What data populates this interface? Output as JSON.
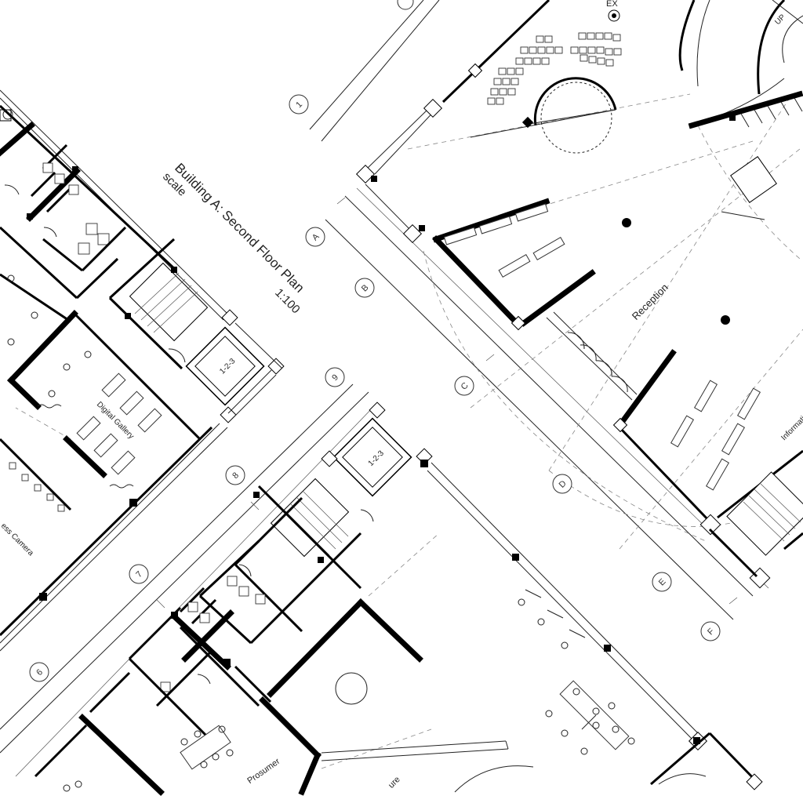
{
  "title": "Building A:  Second Floor Plan",
  "scale_word": "scale",
  "scale_value": "1:100",
  "grid_labels_letters": [
    "A",
    "B",
    "C",
    "D",
    "E",
    "F"
  ],
  "grid_labels_numbers": [
    "1",
    "9",
    "8",
    "7",
    "6"
  ],
  "rooms": {
    "reception": "Reception",
    "digital_gallery": "Digital Gallery",
    "camera": "ess Camera",
    "prosumer": "Prosumer",
    "information": "Informati",
    "lower_partial": "ure",
    "up_label": "UP",
    "exit_partial": "EX"
  },
  "elevators": [
    "1-2-3",
    "1-2-3"
  ],
  "colors": {
    "ink": "#000000",
    "paper": "#ffffff"
  }
}
